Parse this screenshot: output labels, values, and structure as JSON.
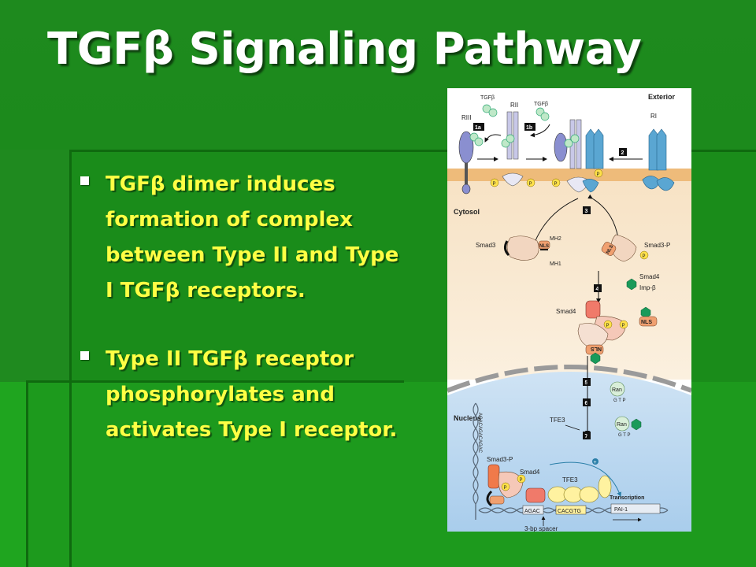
{
  "slide": {
    "title": "TGFβ Signaling Pathway",
    "bullets": [
      "TGFβ dimer induces formation of complex between Type II and Type I TGFβ receptors.",
      "Type II TGFβ receptor phosphorylates and activates Type I receptor."
    ]
  },
  "figure": {
    "labels": {
      "exterior": "Exterior",
      "cytosol": "Cytosol",
      "nucleus": "Nucleus",
      "riii": "RIII",
      "rii": "RII",
      "ri": "RI",
      "tgfb1": "TGFβ",
      "tgfb2": "TGFβ",
      "smad3": "Smad3",
      "mh2": "MH2",
      "mh1": "MH1",
      "nls": "NLS",
      "nls2": "NLS",
      "nls_rot1": "NLS",
      "nls_rot2": "NLS",
      "smad3p": "Smad3-P",
      "smad4_top": "Smad4",
      "impb": "Imp-β",
      "smad4_mid": "Smad4",
      "ran1": "Ran",
      "ran2": "Ran",
      "gtp1": "G T P",
      "gtp2": "G T P",
      "tfe3_a": "TFE3",
      "smad3p_n": "Smad3-P",
      "smad4_n": "Smad4",
      "tfe3_b": "TFE3",
      "transcription": "Transcription",
      "pai1": "PAI-1",
      "agac": "AGAC",
      "cacgtg": "CACGTG",
      "spacer": "3-bp spacer",
      "dna_vertical": "AGACAGACAGAC",
      "p": "P",
      "plus": "+"
    },
    "steps": [
      "1a",
      "1b",
      "2",
      "3",
      "4",
      "5",
      "6",
      "7"
    ]
  }
}
